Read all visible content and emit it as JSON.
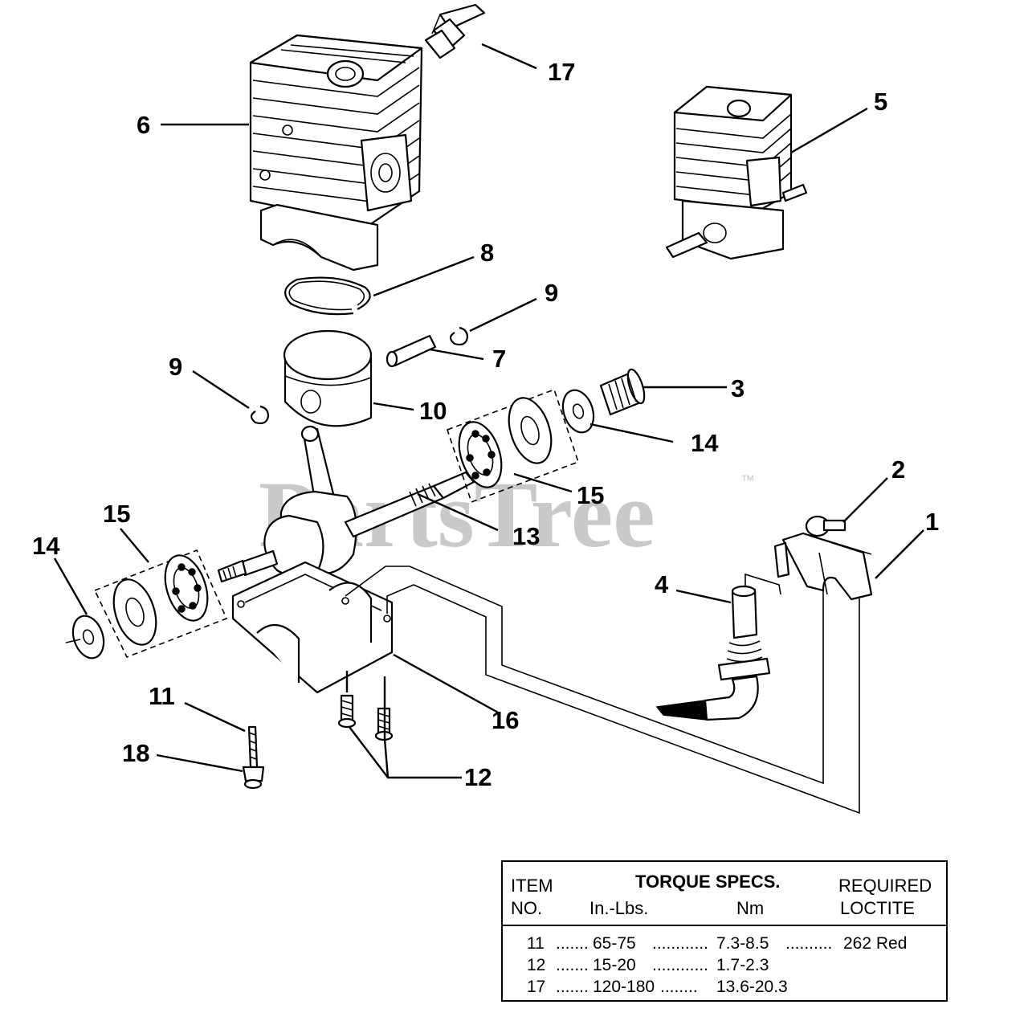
{
  "watermark": {
    "text": "PartsTree",
    "trademark": "™"
  },
  "callouts": [
    {
      "id": "c17a",
      "label": "17"
    },
    {
      "id": "c6",
      "label": "6"
    },
    {
      "id": "c5",
      "label": "5"
    },
    {
      "id": "c8",
      "label": "8"
    },
    {
      "id": "c9a",
      "label": "9"
    },
    {
      "id": "c7",
      "label": "7"
    },
    {
      "id": "c9b",
      "label": "9"
    },
    {
      "id": "c10",
      "label": "10"
    },
    {
      "id": "c3",
      "label": "3"
    },
    {
      "id": "c14a",
      "label": "14"
    },
    {
      "id": "c2",
      "label": "2"
    },
    {
      "id": "c15a",
      "label": "15"
    },
    {
      "id": "c1",
      "label": "1"
    },
    {
      "id": "c15b",
      "label": "15"
    },
    {
      "id": "c13",
      "label": "13"
    },
    {
      "id": "c14b",
      "label": "14"
    },
    {
      "id": "c4",
      "label": "4"
    },
    {
      "id": "c16",
      "label": "16"
    },
    {
      "id": "c11",
      "label": "11"
    },
    {
      "id": "c18",
      "label": "18"
    },
    {
      "id": "c12",
      "label": "12"
    }
  ],
  "torque_table": {
    "header": {
      "item_line1": "ITEM",
      "item_line2": "NO.",
      "torque_title": "TORQUE SPECS.",
      "in_lbs": "In.-Lbs.",
      "nm": "Nm",
      "loctite_line1": "REQUIRED",
      "loctite_line2": "LOCTITE"
    },
    "rows": [
      {
        "item": "11",
        "in_lbs": "65-75",
        "nm": "7.3-8.5",
        "loctite": "262 Red",
        "dots1": ".......",
        "dots2": "............",
        "dots3": ".........."
      },
      {
        "item": "12",
        "in_lbs": "15-20",
        "nm": "1.7-2.3",
        "loctite": "",
        "dots1": ".......",
        "dots2": "............",
        "dots3": ""
      },
      {
        "item": "17",
        "in_lbs": "120-180",
        "nm": "13.6-20.3",
        "loctite": "",
        "dots1": ".......",
        "dots2": "........",
        "dots3": ""
      }
    ]
  }
}
